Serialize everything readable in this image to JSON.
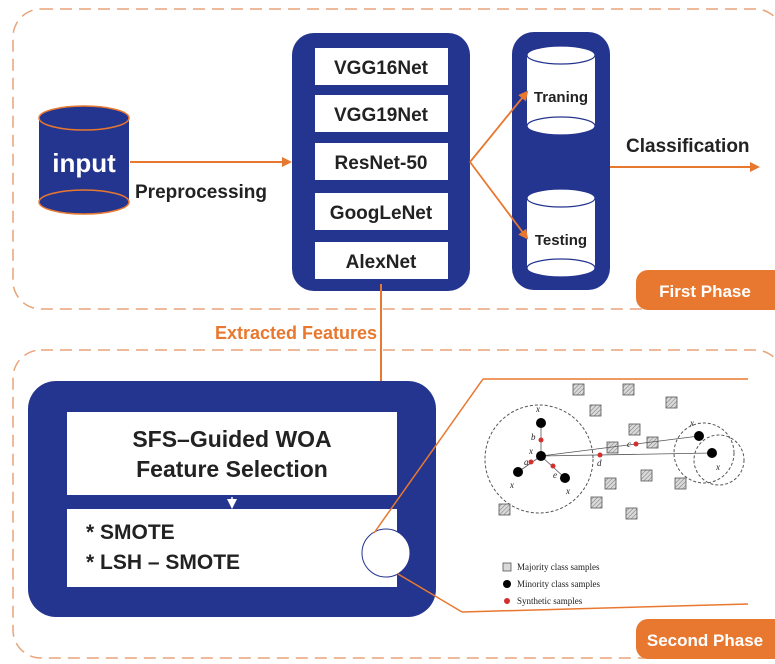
{
  "input": {
    "label": "input"
  },
  "edges": {
    "preprocessing": "Preprocessing",
    "extracted": "Extracted Features",
    "classification": "Classification"
  },
  "models": [
    "VGG16Net",
    "VGG19Net",
    "ResNet-50",
    "GoogLeNet",
    "AlexNet"
  ],
  "split": {
    "train": "Traning",
    "test": "Testing"
  },
  "phases": {
    "first": "First Phase",
    "second": "Second Phase"
  },
  "selection": {
    "line1": "SFS–Guided WOA",
    "line2": "Feature Selection"
  },
  "oversampling": {
    "line1": "* SMOTE",
    "line2": "* LSH – SMOTE"
  },
  "inset": {
    "point_labels": {
      "x4": "x",
      "x1": "x",
      "x2": "x",
      "x3": "x",
      "xb": "x",
      "x5": "x",
      "a": "a",
      "b": "b",
      "c": "c",
      "d": "d",
      "e": "e"
    },
    "legend": [
      "Majority class samples",
      "Minority class samples",
      "Synthetic samples"
    ]
  },
  "colors": {
    "navy": "#24358f",
    "orange": "#e8782f",
    "white": "#ffffff",
    "dash": "#e8a37a"
  }
}
